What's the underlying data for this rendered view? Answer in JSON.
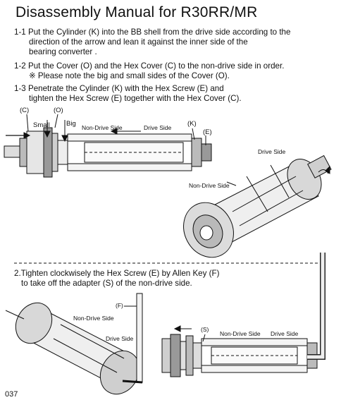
{
  "title": "Disassembly Manual for R30RR/MR",
  "steps": {
    "s1_1": [
      "1-1 Put the Cylinder (K) into the BB shell from the drive side according to the",
      "direction of the arrow and lean it against the inner side of the",
      "bearing converter ."
    ],
    "s1_2": [
      "1-2 Put the Cover (O) and the Hex Cover (C) to the non-drive side in order.",
      "※ Please note the big and small sides of the Cover (O)."
    ],
    "s1_3": [
      "1-3 Penetrate the Cylinder (K) with the Hex Screw (E) and",
      "tighten the Hex Screw (E) together with the Hex Cover (C)."
    ],
    "s2": [
      "2.Tighten clockwisely the Hex Screw (E) by Allen Key (F)",
      "to take off the adapter (S) of the non-drive side."
    ]
  },
  "labels": {
    "c": "(C)",
    "o": "(O)",
    "k": "(K)",
    "e": "(E)",
    "f": "(F)",
    "s": "(S)",
    "small": "Small",
    "big": "Big",
    "non_drive_side": "Non-Drive Side",
    "drive_side": "Drive Side"
  },
  "page_number": "037"
}
